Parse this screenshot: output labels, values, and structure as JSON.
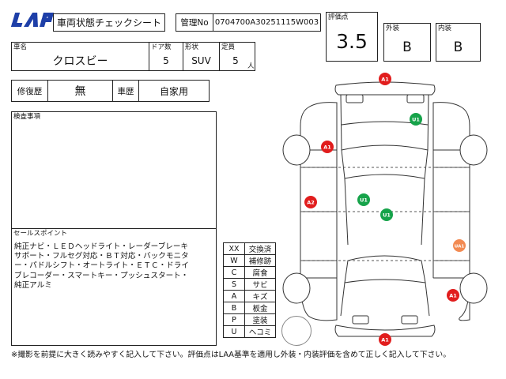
{
  "logo": {
    "text": "LAA"
  },
  "header": {
    "title": "車両状態チェックシート",
    "mgmt_label": "管理No",
    "mgmt_value": "0704700A30251115W003"
  },
  "grades": {
    "overall_label": "評価点",
    "overall_value": "3.5",
    "exterior_label": "外装",
    "exterior_value": "B",
    "interior_label": "内装",
    "interior_value": "B"
  },
  "vehicle": {
    "name_label": "車名",
    "name_value": "クロスビー",
    "doors_label": "ドア数",
    "doors_value": "5",
    "body_label": "形状",
    "body_value": "SUV",
    "capacity_label": "定員",
    "capacity_value": "5",
    "capacity_unit": "人"
  },
  "history": {
    "repair_label": "修復歴",
    "repair_value": "無",
    "use_label": "車歴",
    "use_value": "自家用"
  },
  "inspection": {
    "label": "検査事項",
    "body": ""
  },
  "sales": {
    "label": "セールスポイント",
    "lines": [
      "純正ナビ・ＬＥＤヘッドライト・レーダーブレーキ",
      "サポート・フルセグ対応・ＢＴ対応・バックモニタ",
      "ー・パドルシフト・オートライト・ＥＴＣ・ドライ",
      "ブレコーダー・スマートキー・プッシュスタート・",
      "純正アルミ"
    ]
  },
  "legend": [
    {
      "code": "XX",
      "meaning": "交換済"
    },
    {
      "code": "W",
      "meaning": "補修跡"
    },
    {
      "code": "C",
      "meaning": "腐食"
    },
    {
      "code": "S",
      "meaning": "サビ"
    },
    {
      "code": "A",
      "meaning": "キズ"
    },
    {
      "code": "B",
      "meaning": "板金"
    },
    {
      "code": "P",
      "meaning": "塗装"
    },
    {
      "code": "U",
      "meaning": "ヘコミ"
    }
  ],
  "markers": [
    {
      "label": "A1",
      "color": "#e11d1d"
    },
    {
      "label": "U1",
      "color": "#16a34a"
    },
    {
      "label": "A1",
      "color": "#e11d1d"
    },
    {
      "label": "A2",
      "color": "#e11d1d"
    },
    {
      "label": "U1",
      "color": "#16a34a"
    },
    {
      "label": "U1",
      "color": "#16a34a"
    },
    {
      "label": "UA1",
      "color": "#f28a52"
    },
    {
      "label": "A1",
      "color": "#e11d1d"
    },
    {
      "label": "A1",
      "color": "#e11d1d"
    }
  ],
  "footer": {
    "note": "※撮影を前提に大きく読みやすく記入して下さい。評価点はLAA基準を適用し外装・内装評価を含めて正しく記入して下さい。"
  }
}
